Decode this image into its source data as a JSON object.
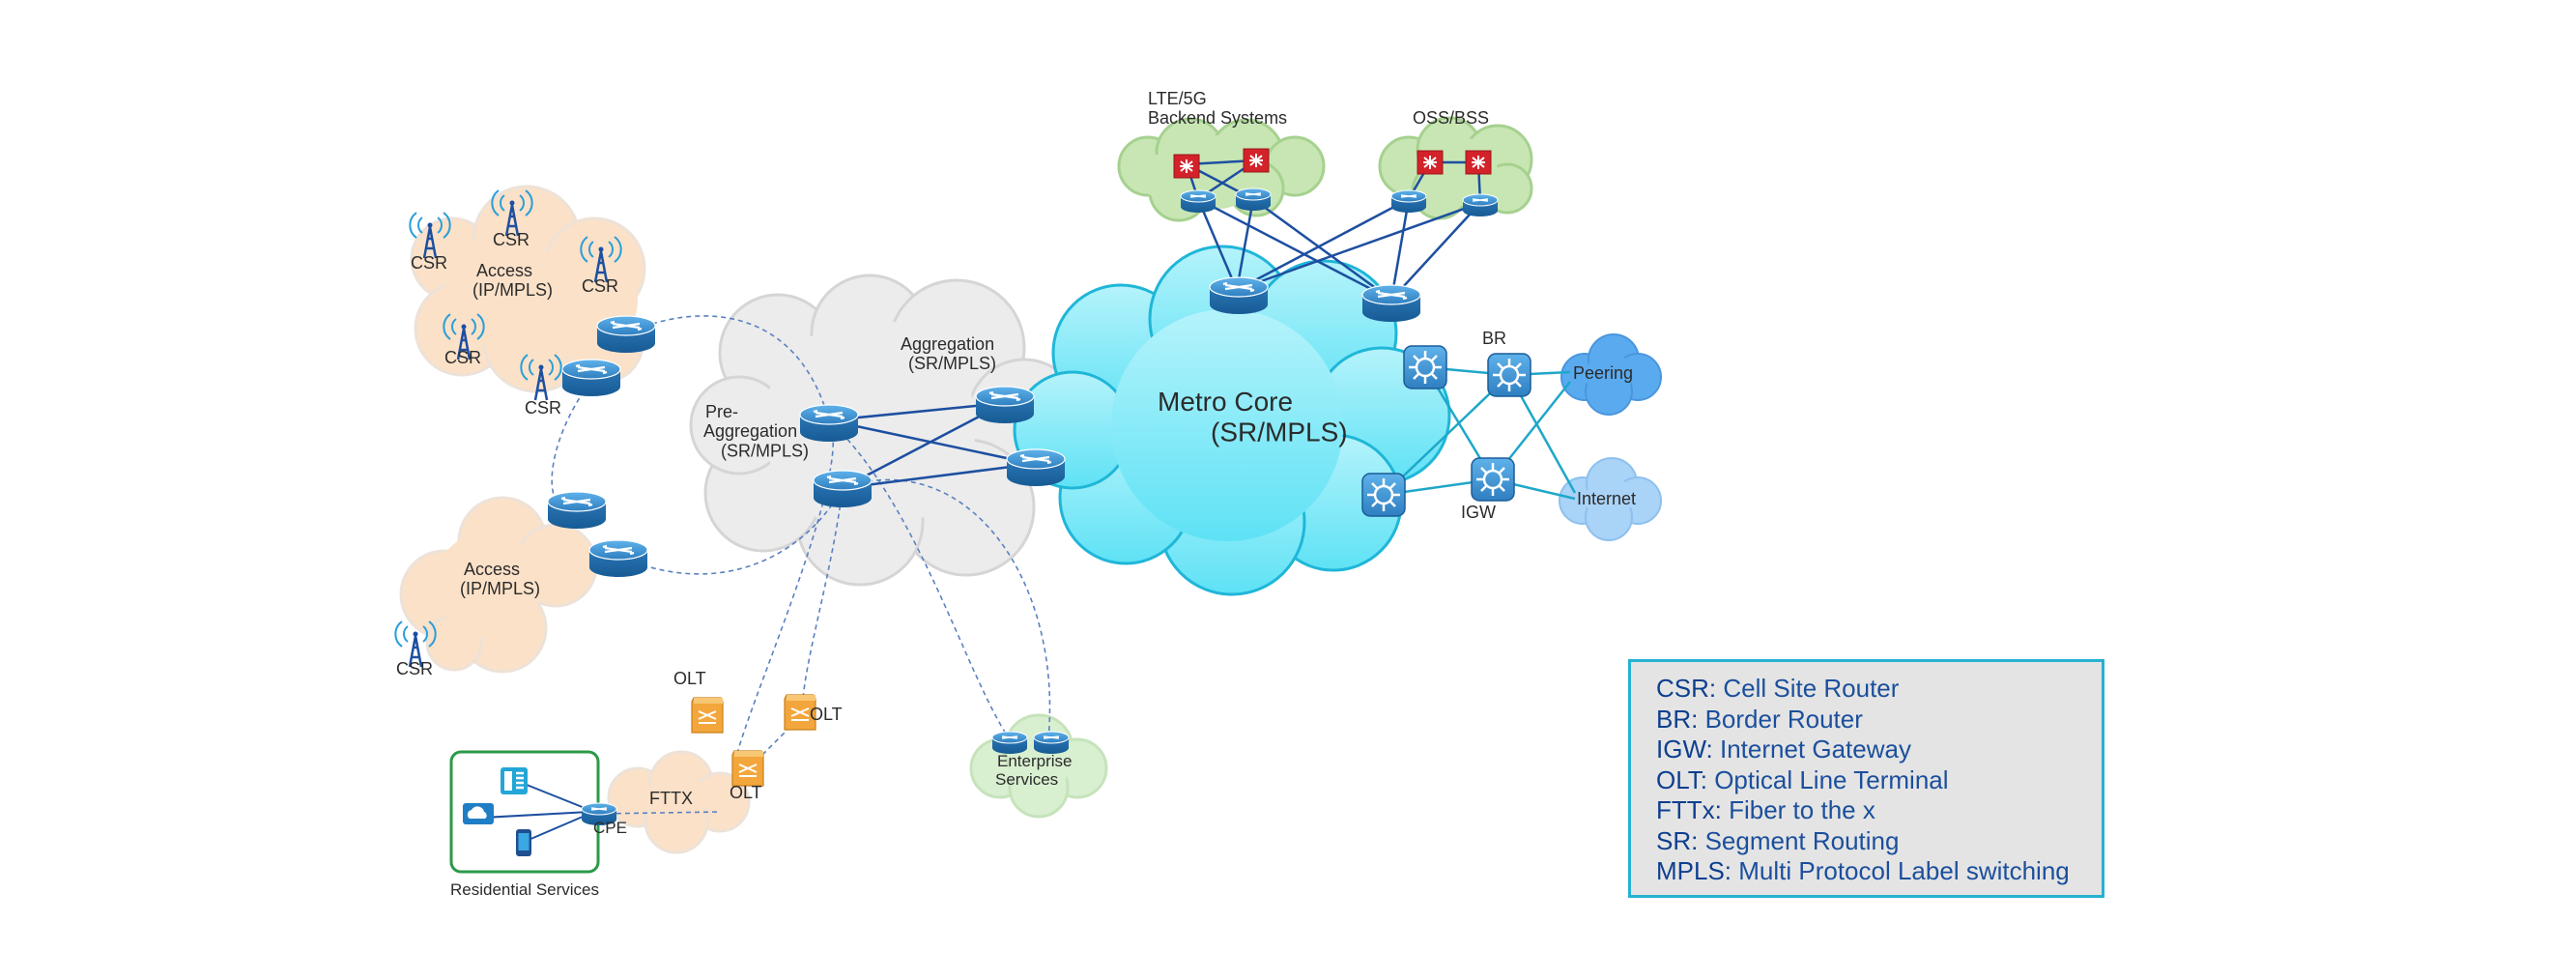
{
  "labels": {
    "lte_backend": "LTE/5G\nBackend Systems",
    "oss_bss": "OSS/BSS",
    "metro_core": "Metro Core\n(SR/MPLS)",
    "aggregation": "Aggregation\n(SR/MPLS)",
    "pre_aggregation": "Pre-\nAggregation\n(SR/MPLS)",
    "access_top": "Access\n(IP/MPLS)",
    "access_bottom": "Access\n(IP/MPLS)",
    "csr": "CSR",
    "br": "BR",
    "igw": "IGW",
    "peering": "Peering",
    "internet": "Internet",
    "olt": "OLT",
    "fttx": "FTTX",
    "cpe": "CPE",
    "enterprise": "Enterprise\nServices",
    "residential": "Residential Services"
  },
  "legend": [
    {
      "abbr": "CSR:",
      "desc": "Cell Site Router"
    },
    {
      "abbr": "BR:",
      "desc": "Border Router"
    },
    {
      "abbr": "IGW:",
      "desc": "Internet Gateway"
    },
    {
      "abbr": "OLT:",
      "desc": "Optical Line Terminal"
    },
    {
      "abbr": "FTTx:",
      "desc": "Fiber to the x"
    },
    {
      "abbr": "SR:",
      "desc": "Segment Routing"
    },
    {
      "abbr": "MPLS:",
      "desc": "Multi Protocol Label switching"
    }
  ],
  "colors": {
    "access_cloud": "#fbe1c8",
    "aggregation_cloud": "#ececec",
    "metro_cloud": "#7fe6f6",
    "backend_cloud": "#c8e6b4",
    "fttx_cloud": "#fbe1c8",
    "enterprise_cloud": "#d8efd0",
    "peering_cloud": "#5aaaf0",
    "internet_cloud": "#a9d3f7",
    "router_blue": "#2f7fc1",
    "link_dark": "#1d4fa0",
    "link_cyan": "#1ea7c9",
    "olt_orange": "#f2a63c",
    "legend_border": "#27b1d1",
    "residential_border": "#2b9a48"
  },
  "icons": [
    "router-icon",
    "server-icon",
    "cell-tower-icon",
    "olt-icon",
    "phone-icon",
    "cloud-icon",
    "mobile-icon"
  ]
}
